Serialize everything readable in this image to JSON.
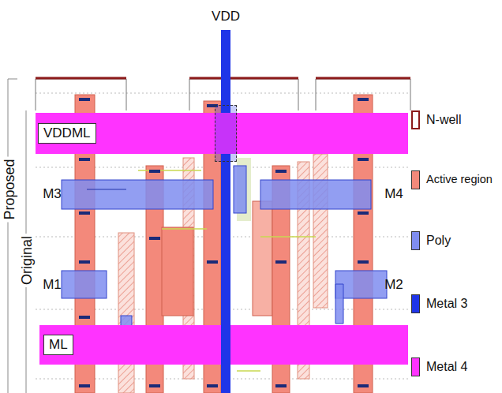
{
  "diagram": {
    "nodes": [
      {
        "text": [
          "VDDML"
        ]
      },
      {
        "text": [
          "ML"
        ]
      }
    ],
    "edges": [],
    "labels": [
      "VDD",
      "M3",
      "M4",
      "M1",
      "M2",
      "Proposed",
      "Original"
    ],
    "legend": [
      {
        "text": "N-well"
      },
      {
        "text": "Active region",
        "color": "#f3897b"
      },
      {
        "text": "Poly",
        "color": "#7f8df0"
      },
      {
        "text": "Metal 3",
        "color": "#1f35e8"
      },
      {
        "text": "Metal 4",
        "color": "#ff33ff"
      }
    ]
  }
}
